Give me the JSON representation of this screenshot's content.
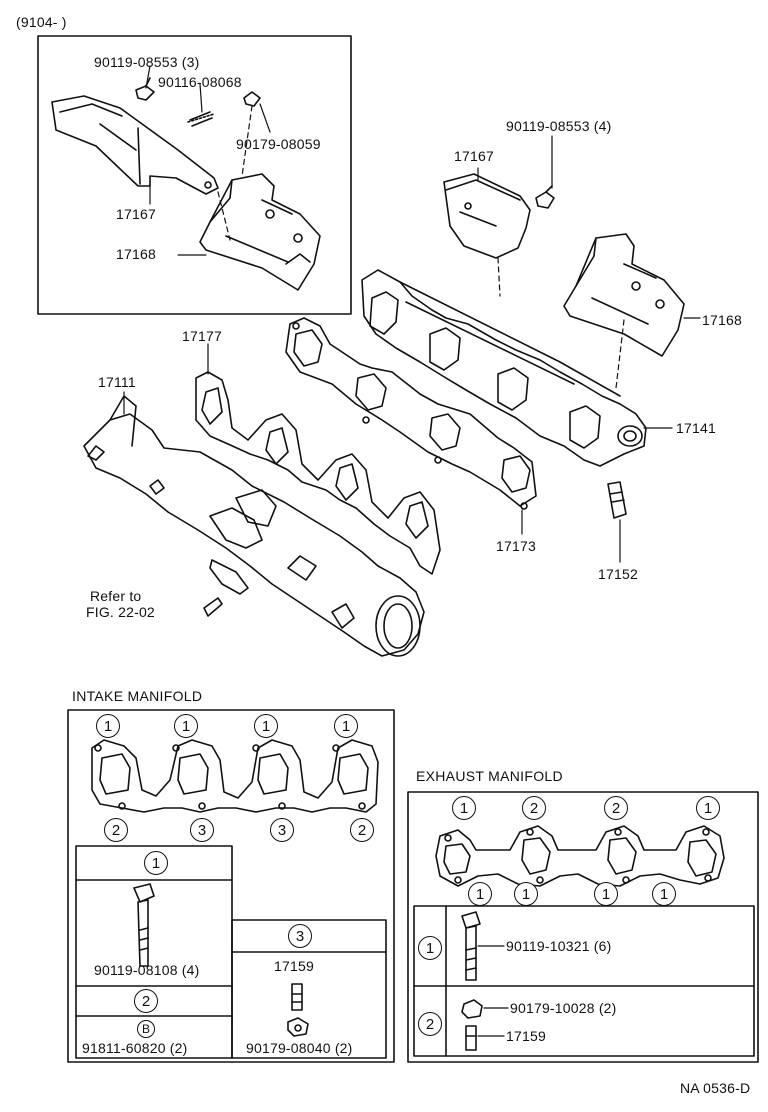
{
  "header": {
    "range": "(9104-         )",
    "code": "NA 0536-D"
  },
  "inset_box": {
    "labels": {
      "bolt3": "90119-08553 (3)",
      "stud": "90116-08068",
      "nut": "90179-08059",
      "insulator_upper": "17167",
      "insulator_lower": "17168"
    }
  },
  "main": {
    "labels": {
      "bolt4": "90119-08553 (4)",
      "insulator_upper": "17167",
      "insulator_right": "17168",
      "exhaust_manifold": "17141",
      "intake_gasket": "17177",
      "intake_manifold": "17111",
      "exhaust_gasket": "17173",
      "stud": "17152",
      "refer_line1": "Refer to",
      "refer_line2": "FIG. 22-02"
    }
  },
  "intake_legend": {
    "title": "INTAKE MANIFOLD",
    "top_markers": [
      "1",
      "1",
      "1",
      "1"
    ],
    "bottom_markers": [
      "2",
      "3",
      "3",
      "2"
    ],
    "cell1": {
      "marker": "1",
      "part": "90119-08108 (4)"
    },
    "cell2": {
      "marker": "2",
      "sub_marker": "B",
      "part": "91811-60820 (2)"
    },
    "cell3": {
      "marker": "3",
      "stud": "17159",
      "part": "90179-08040 (2)"
    }
  },
  "exhaust_legend": {
    "title": "EXHAUST MANIFOLD",
    "top_markers": [
      "1",
      "2",
      "2",
      "1"
    ],
    "bottom_markers": [
      "1",
      "1",
      "1",
      "1"
    ],
    "row1": {
      "marker": "1",
      "part": "90119-10321 (6)"
    },
    "row2": {
      "marker": "2",
      "part_a": "90179-10028 (2)",
      "part_b": "17159"
    }
  }
}
